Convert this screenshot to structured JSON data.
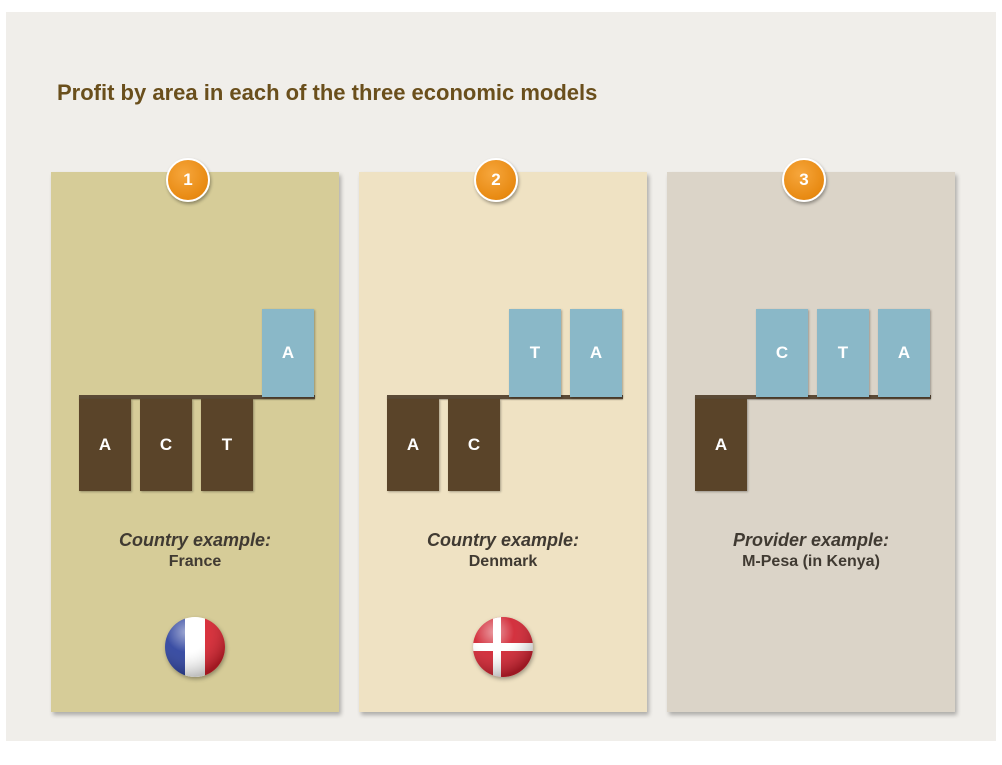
{
  "title": "Profit by area in each of the three economic models",
  "models": [
    {
      "number": "1",
      "positive": [
        "A"
      ],
      "negative": [
        "A",
        "C",
        "T"
      ],
      "label": "Country example:",
      "name": "France",
      "flag": "france-flag-icon"
    },
    {
      "number": "2",
      "positive": [
        "T",
        "A"
      ],
      "negative": [
        "A",
        "C"
      ],
      "label": "Country example:",
      "name": "Denmark",
      "flag": "denmark-flag-icon"
    },
    {
      "number": "3",
      "positive": [
        "C",
        "T",
        "A"
      ],
      "negative": [
        "A"
      ],
      "label": "Provider example:",
      "name": "M-Pesa (in Kenya)",
      "flag": null
    }
  ],
  "colors": {
    "positive_bar": "#8ab8c8",
    "negative_bar": "#5a4429",
    "badge": "#e88a12",
    "title": "#6a4f1c"
  }
}
